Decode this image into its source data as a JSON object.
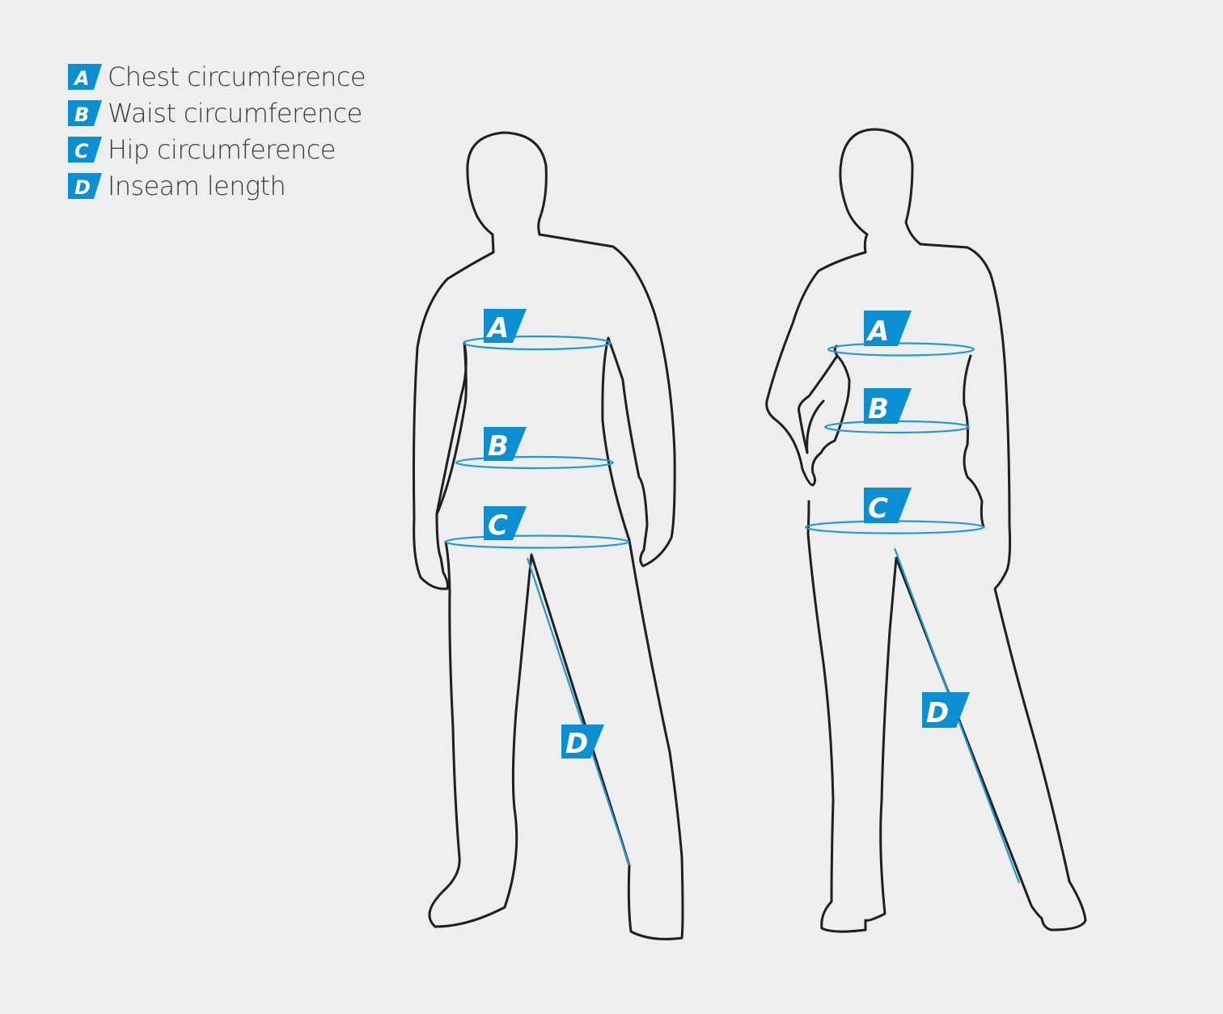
{
  "legend": [
    {
      "letter": "A",
      "label": "Chest circumference"
    },
    {
      "letter": "B",
      "label": "Waist circumference"
    },
    {
      "letter": "C",
      "label": "Hip circumference"
    },
    {
      "letter": "D",
      "label": "Inseam length"
    }
  ],
  "figures": [
    {
      "id": "male-figure",
      "markers": [
        "A",
        "B",
        "C",
        "D"
      ]
    },
    {
      "id": "female-figure",
      "markers": [
        "A",
        "B",
        "C",
        "D"
      ]
    }
  ],
  "colors": {
    "background": "#eeeeee",
    "accent": "#0a8fd3",
    "measure_line": "#1e9bd7",
    "outline": "#1f1f1f",
    "legend_text": "#3a3a3a"
  }
}
